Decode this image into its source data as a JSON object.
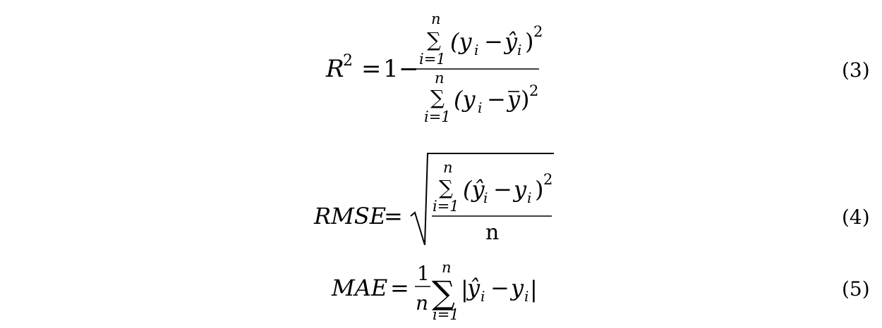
{
  "equations": [
    {
      "number": "(3)",
      "lhs": "R",
      "lhs_sup": "2",
      "equals": "=",
      "one": "1",
      "minus": "−",
      "num_upper": "n",
      "num_lower": "i=1",
      "num_sigma": "∑",
      "num_body": "(y",
      "num_sub": "i",
      "num_minus": "−",
      "num_hat": "ŷ",
      "num_hat_sub": "i",
      "num_close": ")",
      "num_sq": "2",
      "den_upper": "n",
      "den_lower": "i=1",
      "den_sigma": "∑",
      "den_body": "(y",
      "den_sub": "i",
      "den_minus": "−",
      "den_bar": "y",
      "den_close": ")",
      "den_sq": "2"
    },
    {
      "number": "(4)",
      "lhs": "RMSE",
      "equals": "=",
      "num_upper": "n",
      "num_lower": "i=1",
      "num_sigma": "∑",
      "num_hat": "(ŷ",
      "num_hat_sub": "i",
      "num_minus": "−",
      "num_y": "y",
      "num_y_sub": "i",
      "num_close": ")",
      "num_sq": "2",
      "den": "n"
    },
    {
      "number": "(5)",
      "lhs": "MAE",
      "equals": "=",
      "frac_num": "1",
      "frac_den": "n",
      "upper": "n",
      "lower": "i=1",
      "sigma": "∑",
      "abs_open": "|",
      "hat": "ŷ",
      "hat_sub": "i",
      "minus": "−",
      "y": "y",
      "y_sub": "i",
      "abs_close": "|"
    }
  ]
}
